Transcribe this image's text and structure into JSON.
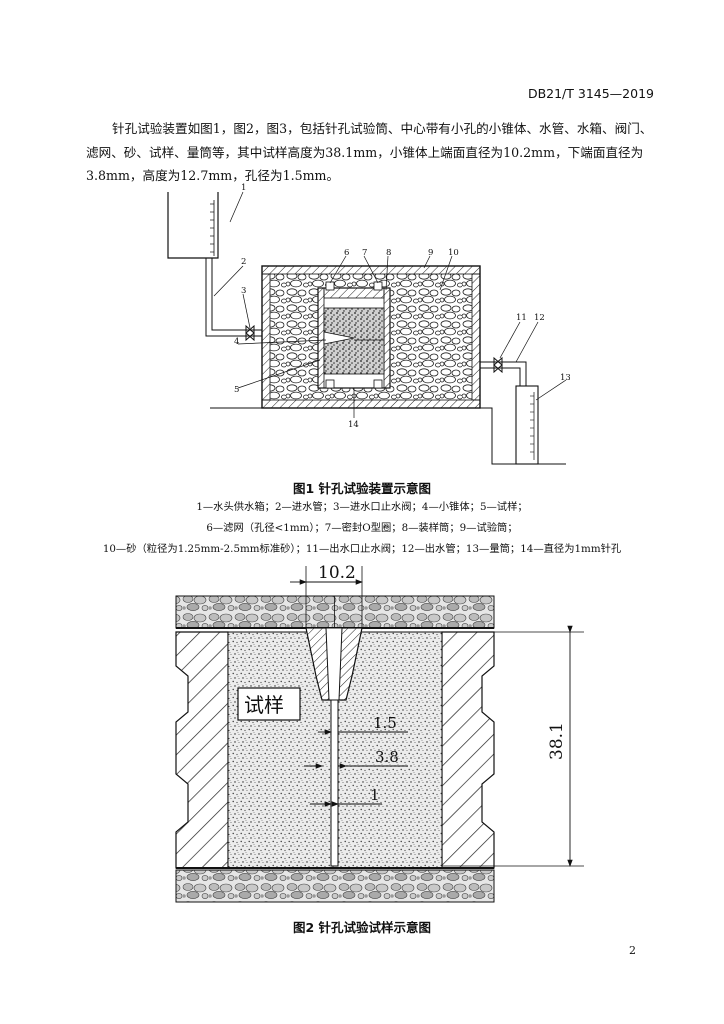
{
  "header": {
    "standard_code": "DB21/T 3145—2019"
  },
  "body": {
    "paragraph": "针孔试验装置如图1，图2，图3，包括针孔试验筒、中心带有小孔的小锥体、水管、水箱、阀门、滤网、砂、试样、量筒等，其中试样高度为38.1mm，小锥体上端面直径为10.2mm，下端面直径为3.8mm，高度为12.7mm，孔径为1.5mm。"
  },
  "figure1": {
    "caption": "图1 针孔试验装置示意图",
    "callouts": [
      "1",
      "2",
      "3",
      "4",
      "5",
      "6",
      "7",
      "8",
      "9",
      "10",
      "11",
      "12",
      "13",
      "14"
    ],
    "legend_lines": [
      "1—水头供水箱；2—进水管；3—进水口止水阀；4—小锥体；5—试样；",
      "6—滤网（孔径<1mm）；7—密封O型圈；8—装样筒；9—试验筒；",
      "10—砂（粒径为1.25mm-2.5mm标准砂）；11—出水口止水阀；12—出水管；13—量筒；14—直径为1mm针孔"
    ]
  },
  "figure2": {
    "caption": "图2 针孔试验试样示意图",
    "sample_label": "试样",
    "dims": {
      "top": "10.2",
      "hole": "1.5",
      "bottom": "3.8",
      "pin": "1",
      "height": "38.1"
    }
  },
  "footer": {
    "page_number": "2"
  },
  "colors": {
    "ink": "#111111",
    "watermark": "#8aa5dd"
  }
}
